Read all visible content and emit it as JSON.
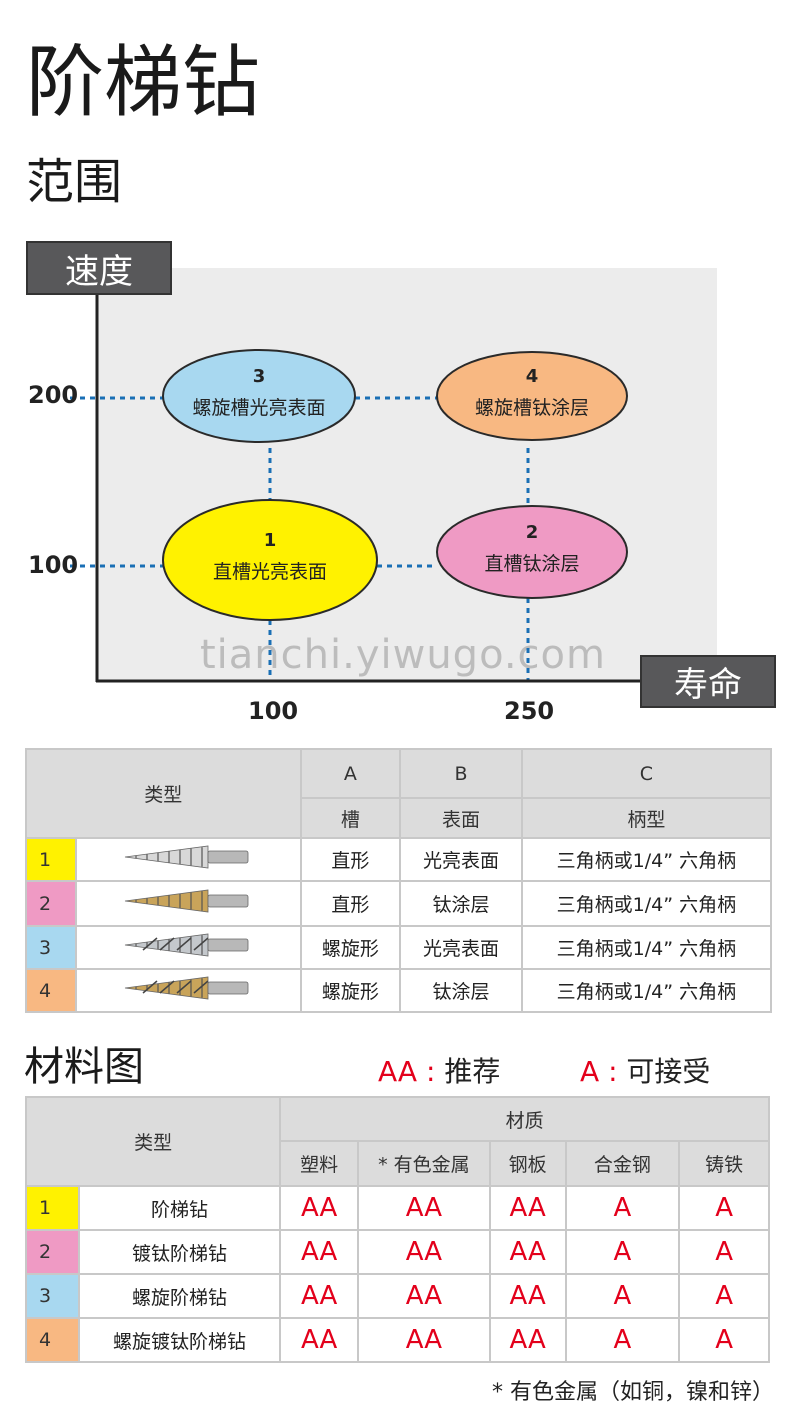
{
  "title": "阶梯钻",
  "range_heading": "范围",
  "chart": {
    "y_axis_label": "速度",
    "x_axis_label": "寿命",
    "y_ticks": [
      "200",
      "100"
    ],
    "x_ticks": [
      "100",
      "250"
    ],
    "watermark": "tianchi.yiwugo.com",
    "nodes": [
      {
        "num": "3",
        "label": "螺旋槽光亮表面",
        "color": "#a8d8f0",
        "life": 100,
        "speed": 200
      },
      {
        "num": "4",
        "label": "螺旋槽钛涂层",
        "color": "#f8b882",
        "life": 250,
        "speed": 200
      },
      {
        "num": "1",
        "label": "直槽光亮表面",
        "color": "#fff200",
        "life": 100,
        "speed": 100
      },
      {
        "num": "2",
        "label": "直槽钛涂层",
        "color": "#ef9ac4",
        "life": 250,
        "speed": 100
      }
    ]
  },
  "table1": {
    "type_header": "类型",
    "col_letters": [
      "A",
      "B",
      "C"
    ],
    "col_names": [
      "槽",
      "表面",
      "柄型"
    ],
    "rows": [
      {
        "num": "1",
        "color": "#fff200",
        "groove": "直形",
        "surface": "光亮表面",
        "shank": "三角柄或1/4” 六角柄"
      },
      {
        "num": "2",
        "color": "#ef9ac4",
        "groove": "直形",
        "surface": "钛涂层",
        "shank": "三角柄或1/4” 六角柄"
      },
      {
        "num": "3",
        "color": "#a8d8f0",
        "groove": "螺旋形",
        "surface": "光亮表面",
        "shank": "三角柄或1/4” 六角柄"
      },
      {
        "num": "4",
        "color": "#f8b882",
        "groove": "螺旋形",
        "surface": "钛涂层",
        "shank": "三角柄或1/4” 六角柄"
      }
    ]
  },
  "materials": {
    "heading": "材料图",
    "legend_aa": "AA",
    "legend_aa_text": "推荐",
    "legend_a": "A",
    "legend_a_text": "可接受",
    "colon": ":",
    "type_header": "类型",
    "material_header": "材质",
    "columns": [
      "塑料",
      "* 有色金属",
      "钢板",
      "合金钢",
      "铸铁"
    ],
    "rows": [
      {
        "num": "1",
        "color": "#fff200",
        "name": "阶梯钻",
        "ratings": [
          "AA",
          "AA",
          "AA",
          "A",
          "A"
        ]
      },
      {
        "num": "2",
        "color": "#ef9ac4",
        "name": "镀钛阶梯钻",
        "ratings": [
          "AA",
          "AA",
          "AA",
          "A",
          "A"
        ]
      },
      {
        "num": "3",
        "color": "#a8d8f0",
        "name": "螺旋阶梯钻",
        "ratings": [
          "AA",
          "AA",
          "AA",
          "A",
          "A"
        ]
      },
      {
        "num": "4",
        "color": "#f8b882",
        "name": "螺旋镀钛阶梯钻",
        "ratings": [
          "AA",
          "AA",
          "AA",
          "A",
          "A"
        ]
      }
    ],
    "footnote": "* 有色金属（如铜，镍和锌）"
  }
}
